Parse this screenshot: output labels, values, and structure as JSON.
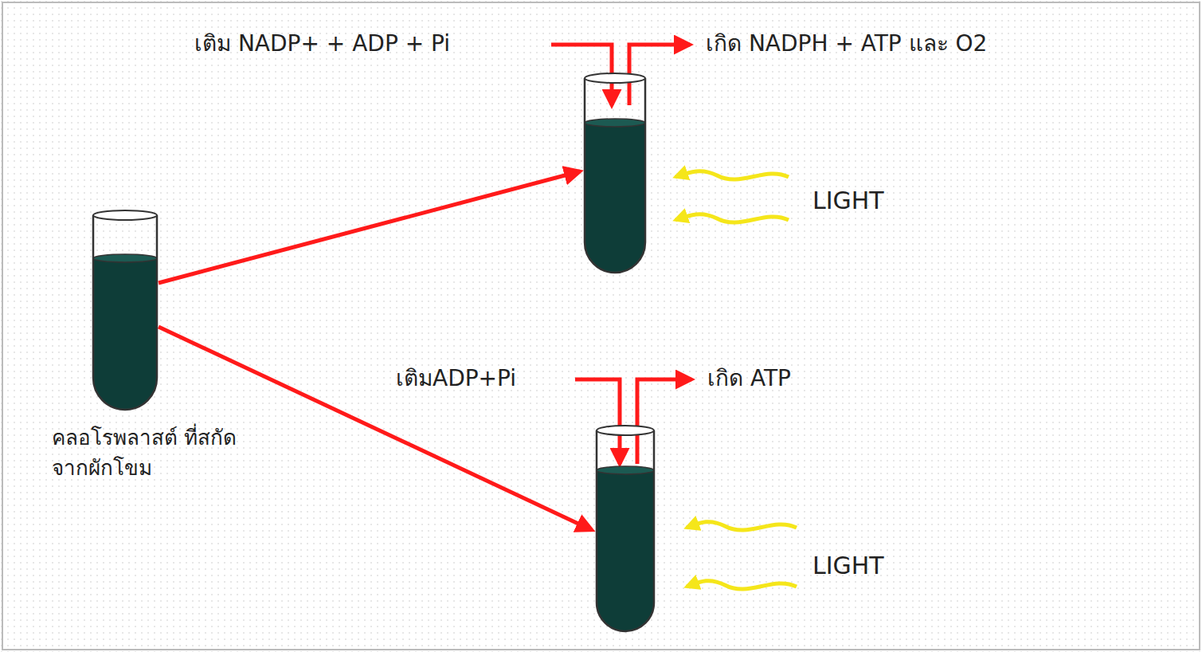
{
  "diagram": {
    "nodes": [
      {
        "text": [
          "คลอโรพลาสต์ ที่สกัดจากผักโขม"
        ]
      },
      {
        "text": [
          "LIGHT"
        ]
      },
      {
        "text": [
          "LIGHT"
        ]
      }
    ],
    "edges": [
      {
        "from": 0,
        "to": 1,
        "arrow": "to"
      },
      {
        "from": 0,
        "to": 2,
        "arrow": "to"
      }
    ],
    "labels": [
      "เติม NADP+ + ADP + Pi",
      "เกิด NADPH + ATP และ O2",
      "เติมADP+Pi",
      "เกิด ATP"
    ]
  }
}
